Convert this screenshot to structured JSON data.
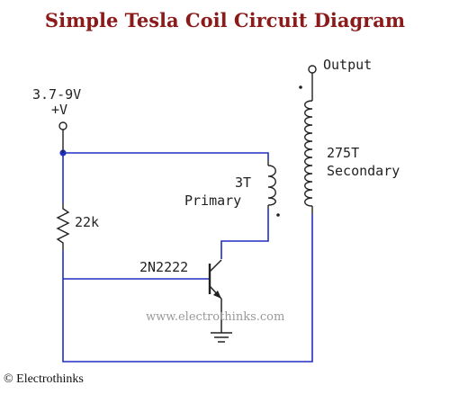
{
  "title": "Simple Tesla Coil Circuit Diagram",
  "labels": {
    "output": "Output",
    "supply_voltage": "3.7-9V",
    "supply_plus": "+V",
    "resistor": "22k",
    "primary_turns": "3T",
    "primary_name": "Primary",
    "secondary_turns": "275T",
    "secondary_name": "Secondary",
    "transistor": "2N2222"
  },
  "watermark": "www.electrothinks.com",
  "copyright": "© Electrothinks",
  "colors": {
    "title": "#8b1a1a",
    "wire": "#1f2fbf",
    "component": "#222222",
    "junction": "#1f2fbf"
  }
}
